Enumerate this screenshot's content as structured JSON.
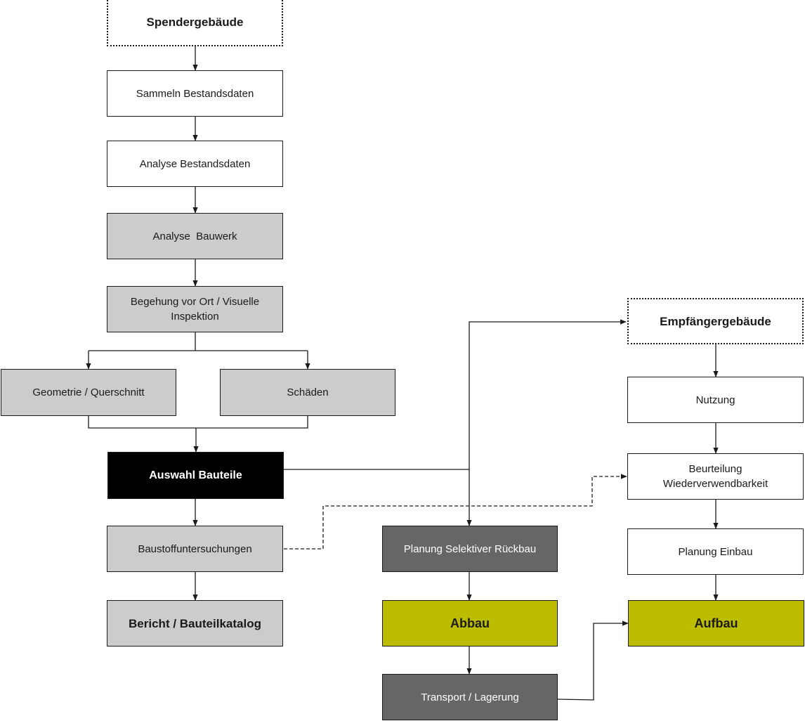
{
  "nodes": {
    "spender": "Spendergebäude",
    "sammeln": "Sammeln Bestandsdaten",
    "analyse_daten": "Analyse Bestandsdaten",
    "analyse_bauwerk": "Analyse  Bauwerk",
    "begehung": "Begehung vor Ort / Visuelle Inspektion",
    "geometrie": "Geometrie / Querschnitt",
    "schaeden": "Schäden",
    "auswahl": "Auswahl Bauteile",
    "baustoff": "Baustoffuntersuchungen",
    "bericht": "Bericht / Bauteilkatalog",
    "empfaenger": "Empfängergebäude",
    "nutzung": "Nutzung",
    "beurteilung": "Beurteilung Wiederverwendbarkeit",
    "planung_einbau": "Planung Einbau",
    "aufbau": "Aufbau",
    "planung_rueckbau": "Planung Selektiver Rückbau",
    "abbau": "Abbau",
    "transport": "Transport / Lagerung"
  },
  "colors": {
    "line": "#1a1a1a",
    "grey_box": "#cccccc",
    "dark_box": "#666666",
    "olive_box": "#bdbd00",
    "black_box": "#000000"
  }
}
